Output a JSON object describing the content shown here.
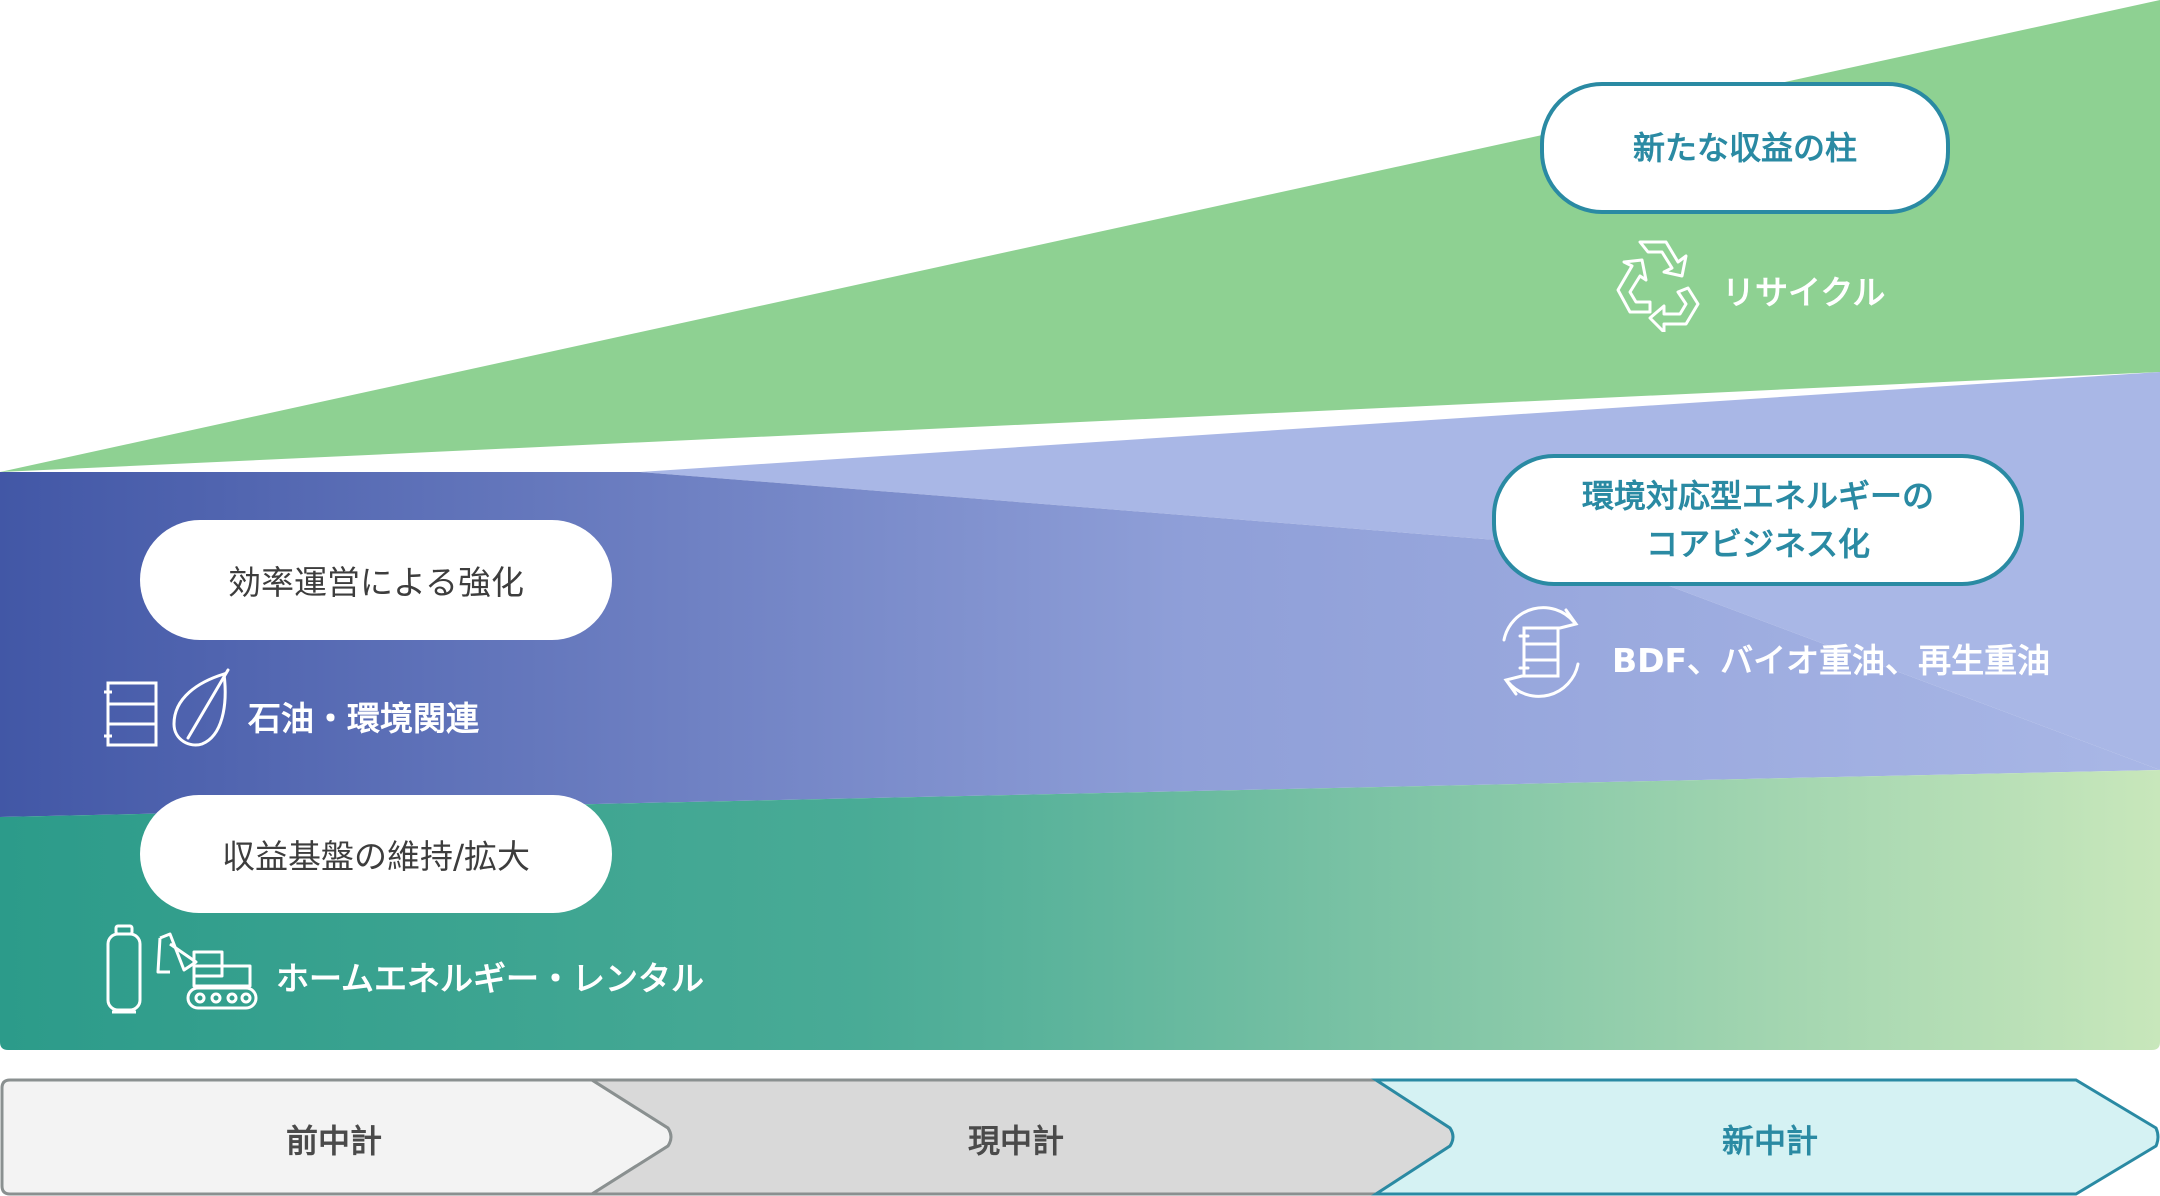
{
  "colors": {
    "green_band": "#8ed192",
    "blue_band": "#a9b7e6",
    "blue_band_dark": "#4257a6",
    "teal_band_dark": "#2c9b8a",
    "teal_band_light": "#c8e7bb",
    "accent_teal": "#2a8aa3",
    "timeline_past": "#f3f3f3",
    "timeline_current": "#d9d9d9",
    "timeline_new": "#d5f2f3"
  },
  "left": {
    "efficiency_pill": "効率運営による強化",
    "oil_label": "石油・環境関連",
    "base_pill": "収益基盤の維持/拡大",
    "home_label": "ホームエネルギー・レンタル"
  },
  "right": {
    "new_pillar_pill": "新たな収益の柱",
    "recycle_label": "リサイクル",
    "core_pill": "環境対応型エネルギーの\nコアビジネス化",
    "bdf_label": "BDF、バイオ重油、再生重油"
  },
  "icons": {
    "recycle": "recycle-icon",
    "recycle_barrel": "recycle-barrel-icon",
    "oil_drum": "oil-drum-icon",
    "leaf": "leaf-icon",
    "gas_cylinder": "gas-cylinder-icon",
    "excavator": "excavator-icon"
  },
  "timeline": [
    {
      "label": "前中計",
      "color": "#f3f3f3",
      "text_color": "#4a4a4a"
    },
    {
      "label": "現中計",
      "color": "#d9d9d9",
      "text_color": "#4a4a4a"
    },
    {
      "label": "新中計",
      "color": "#d5f2f3",
      "text_color": "#2a8aa3"
    }
  ]
}
